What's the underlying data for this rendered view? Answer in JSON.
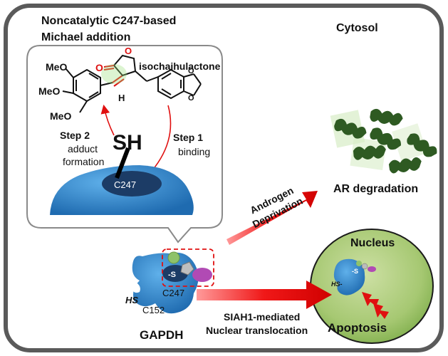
{
  "title_line1": "Noncatalytic C247-based",
  "title_line2": "Michael addition",
  "cytosol": "Cytosol",
  "molecule": {
    "name": "isochaihulactone",
    "meo": [
      "MeO",
      "MeO",
      "MeO"
    ],
    "o": "O",
    "h": "H"
  },
  "step1": {
    "title": "Step 1",
    "text": "binding"
  },
  "step2": {
    "title": "Step 2",
    "line1": "adduct",
    "line2": "formation"
  },
  "sh": "SH",
  "c247_inset": "C247",
  "androgen": {
    "line1": "Androgen",
    "line2": "Deprivation"
  },
  "ar_degradation": "AR degradation",
  "nucleus": "Nucleus",
  "apoptosis": "Apoptosis",
  "gapdh": {
    "name": "GAPDH",
    "c247": "C247",
    "c152": "C152",
    "hs": "HS",
    "s": "-S"
  },
  "nucleus_gapdh": {
    "s": "-S",
    "hs": "HS-"
  },
  "siah1": {
    "line1": "SIAH1-mediated",
    "line2": "Nuclear translocation"
  },
  "colors": {
    "border": "#5a5a5a",
    "protein_blue": "#2f7fc1",
    "pocket_dark": "#1c3c66",
    "arrow_red": "#e01010",
    "nucleus_green": "#9fc36a",
    "ar_green": "#2e5a22",
    "ligand_green": "#8ec26a",
    "ligand_purple": "#b14ab4"
  }
}
